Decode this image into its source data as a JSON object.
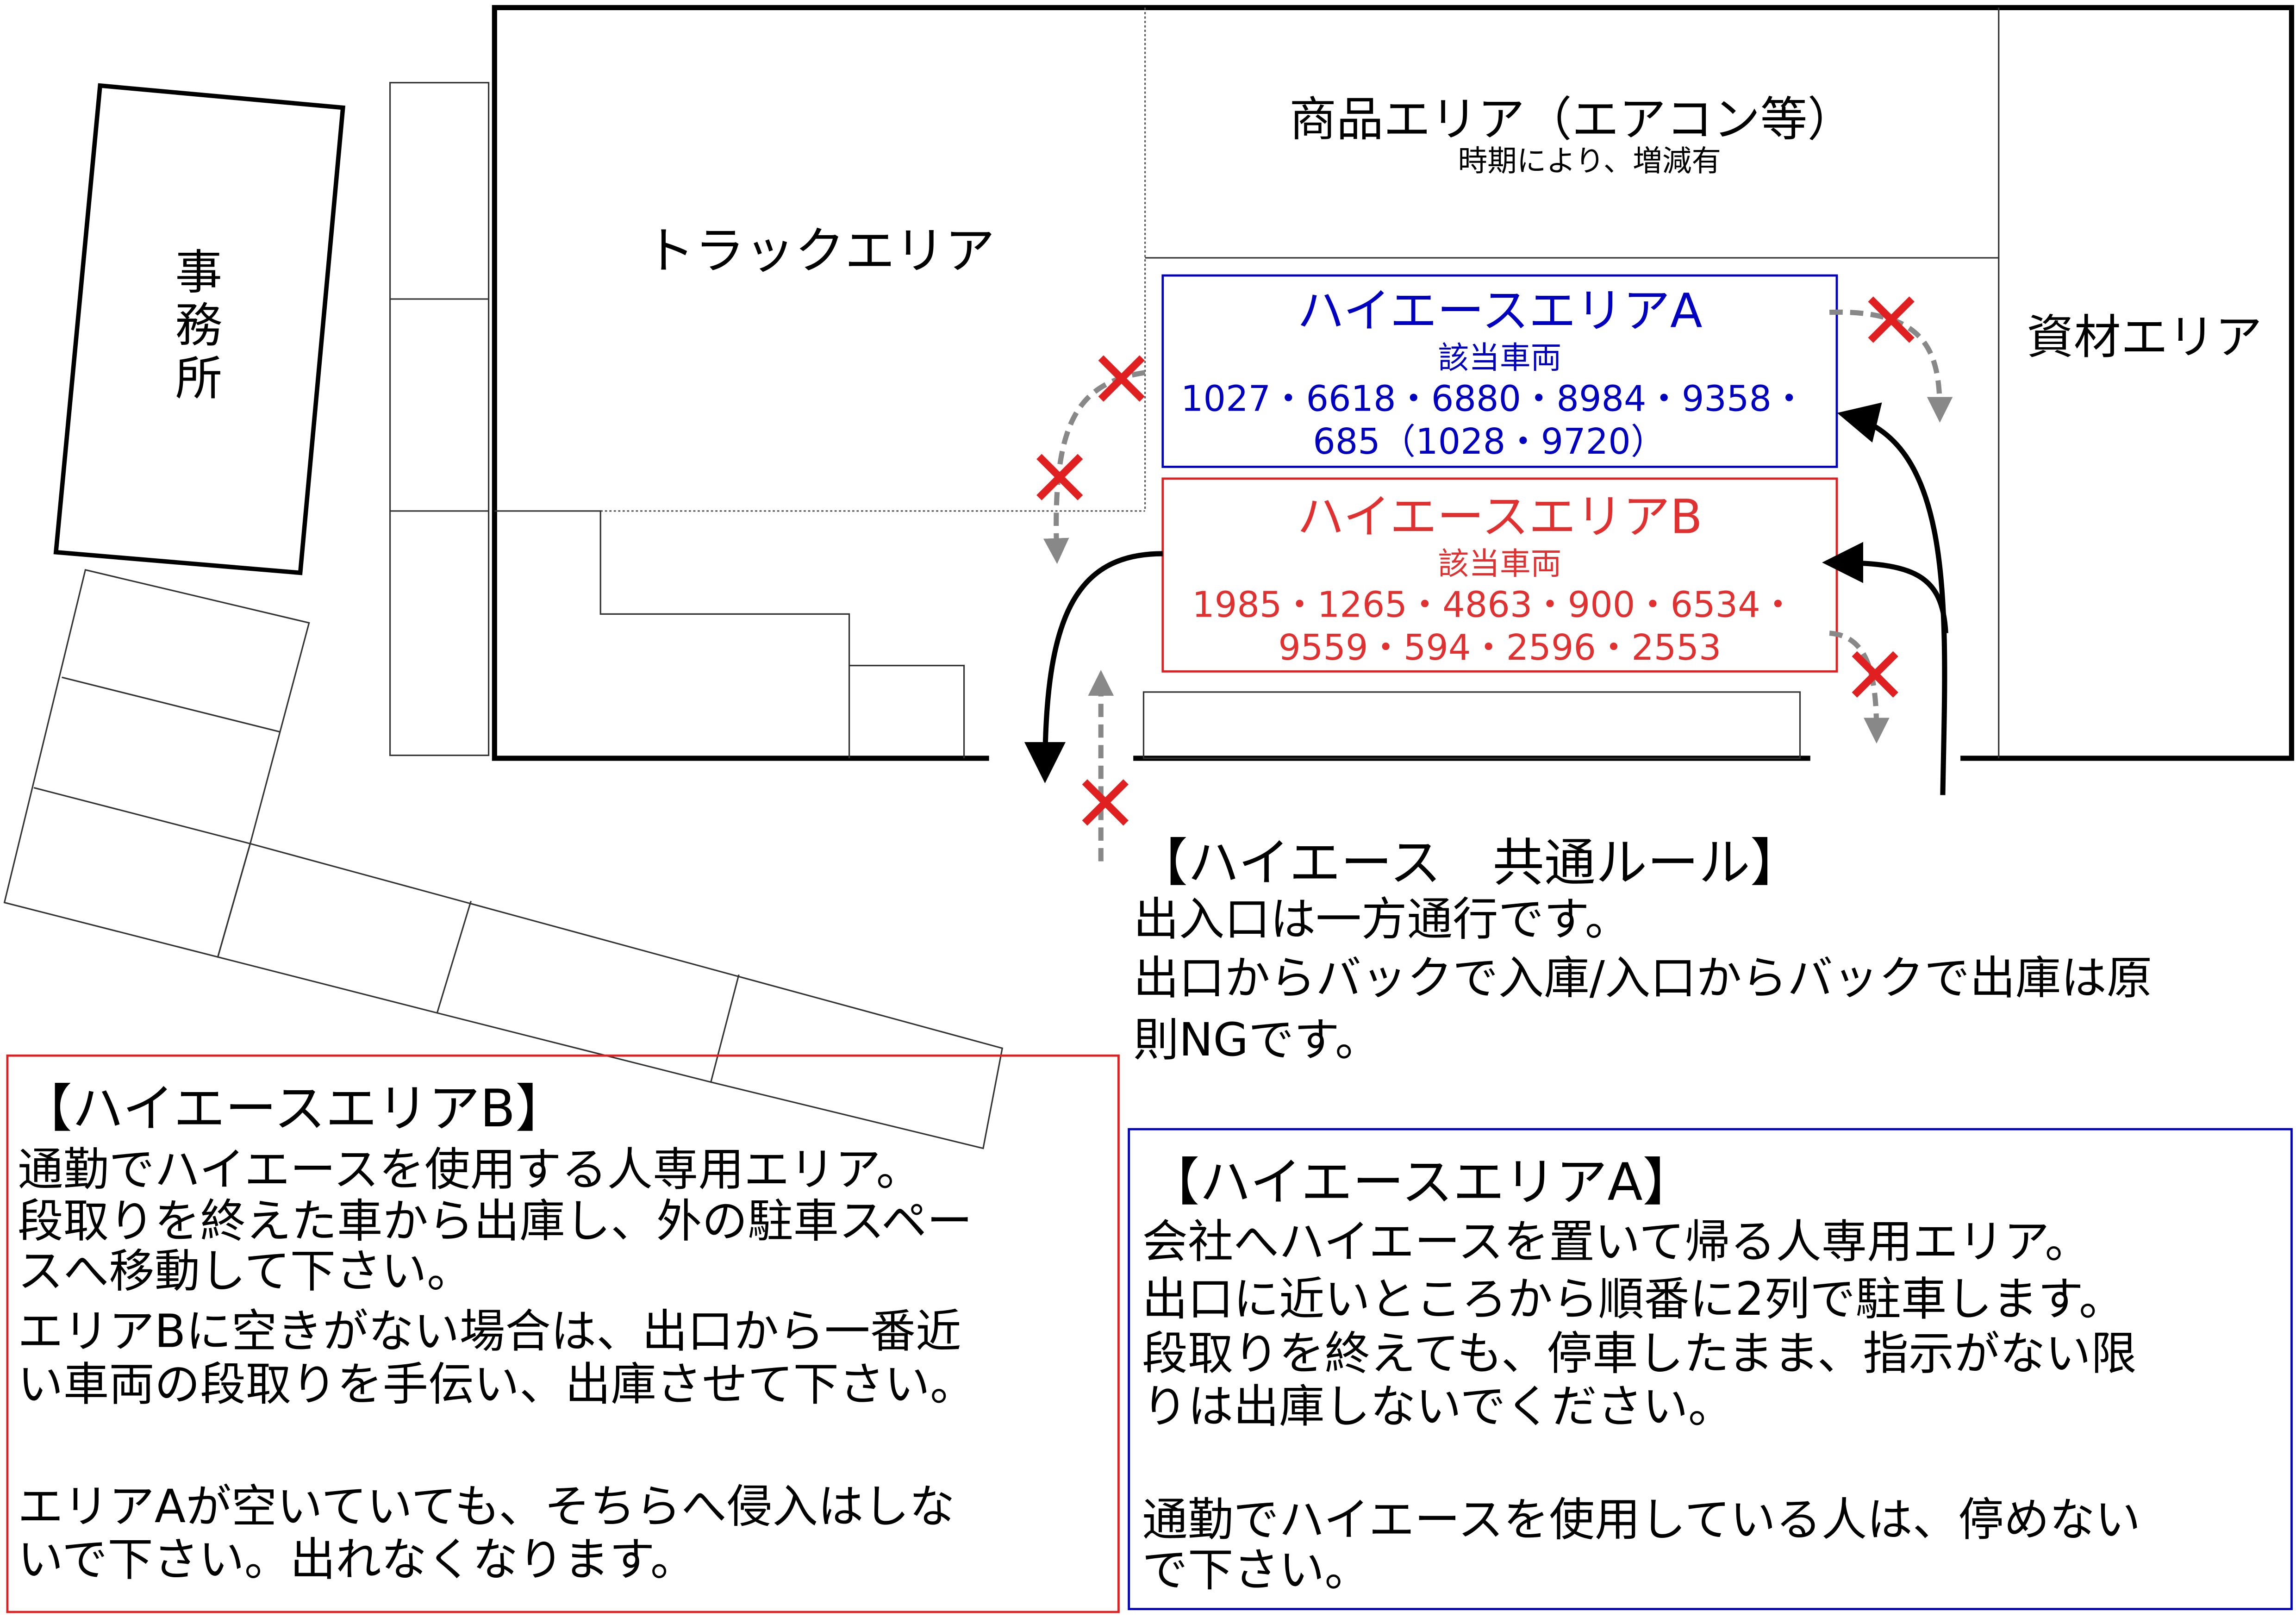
{
  "office": {
    "label": [
      "事",
      "務",
      "所"
    ]
  },
  "areas": {
    "truck": "トラックエリア",
    "goods_title": "商品エリア（エアコン等）",
    "goods_note": "時期により、増減有",
    "materials": "資材エリア"
  },
  "hiace_a": {
    "title": "ハイエースエリアA",
    "sub": "該当車両",
    "line1": "1027・6618・6880・8984・9358・",
    "line2": "685（1028・9720）",
    "color": "#0000c0"
  },
  "hiace_b": {
    "title": "ハイエースエリアB",
    "sub": "該当車両",
    "line1": "1985・1265・4863・900・6534・",
    "line2": "9559・594・2596・2553",
    "color": "#e03030"
  },
  "common_rule": {
    "title": "【ハイエース　共通ルール】",
    "lines": [
      "出入口は一方通行です。",
      "出口からバックで入庫/入口からバックで出庫は原",
      "則NGです。"
    ]
  },
  "note_b": {
    "title": "【ハイエースエリアB】",
    "lines": [
      "通勤でハイエースを使用する人専用エリア。",
      "段取りを終えた車から出庫し、外の駐車スペー",
      "スへ移動して下さい。",
      "エリアBに空きがない場合は、出口から一番近",
      "い車両の段取りを手伝い、出庫させて下さい。",
      "",
      "エリアAが空いていても、そちらへ侵入はしな",
      "いで下さい。出れなくなります。"
    ]
  },
  "note_a": {
    "title": "【ハイエースエリアA】",
    "lines": [
      "会社へハイエースを置いて帰る人専用エリア。",
      "出口に近いところから順番に2列で駐車します。",
      "段取りを終えても、停車したまま、指示がない限",
      "りは出庫しないでください。",
      "",
      "通勤でハイエースを使用している人は、停めない",
      "で下さい。"
    ]
  }
}
